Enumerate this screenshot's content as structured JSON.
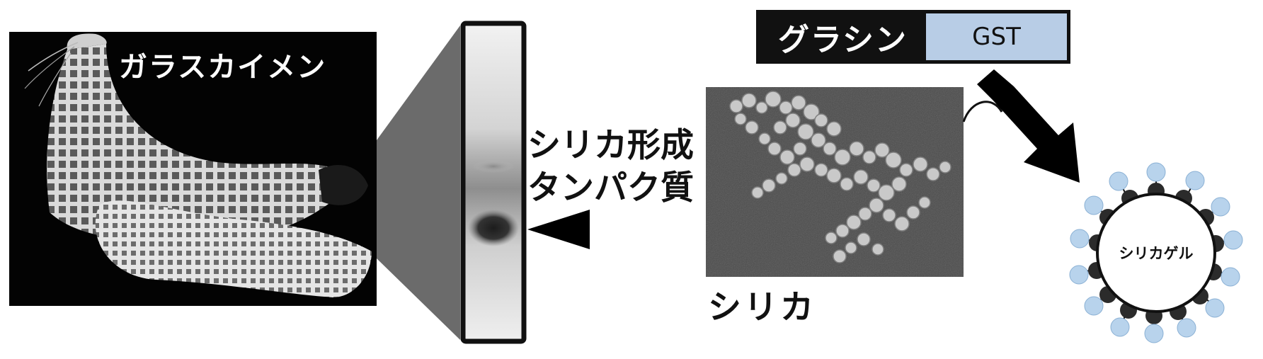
{
  "sponge": {
    "label": "ガラスカイメン"
  },
  "gel": {
    "band_label_line1": "シリカ形成",
    "band_label_line2": "タンパク質"
  },
  "silica": {
    "label": "シリカ"
  },
  "fusion": {
    "glassin_label": "グラシン",
    "gst_label": "GST"
  },
  "bead": {
    "label": "シリカゲル"
  },
  "colors": {
    "gst_fill": "#b8cde6",
    "bead_ligand": "#b8d3ec",
    "dark": "#111111",
    "gel_zoom": "#6b6b6b"
  }
}
